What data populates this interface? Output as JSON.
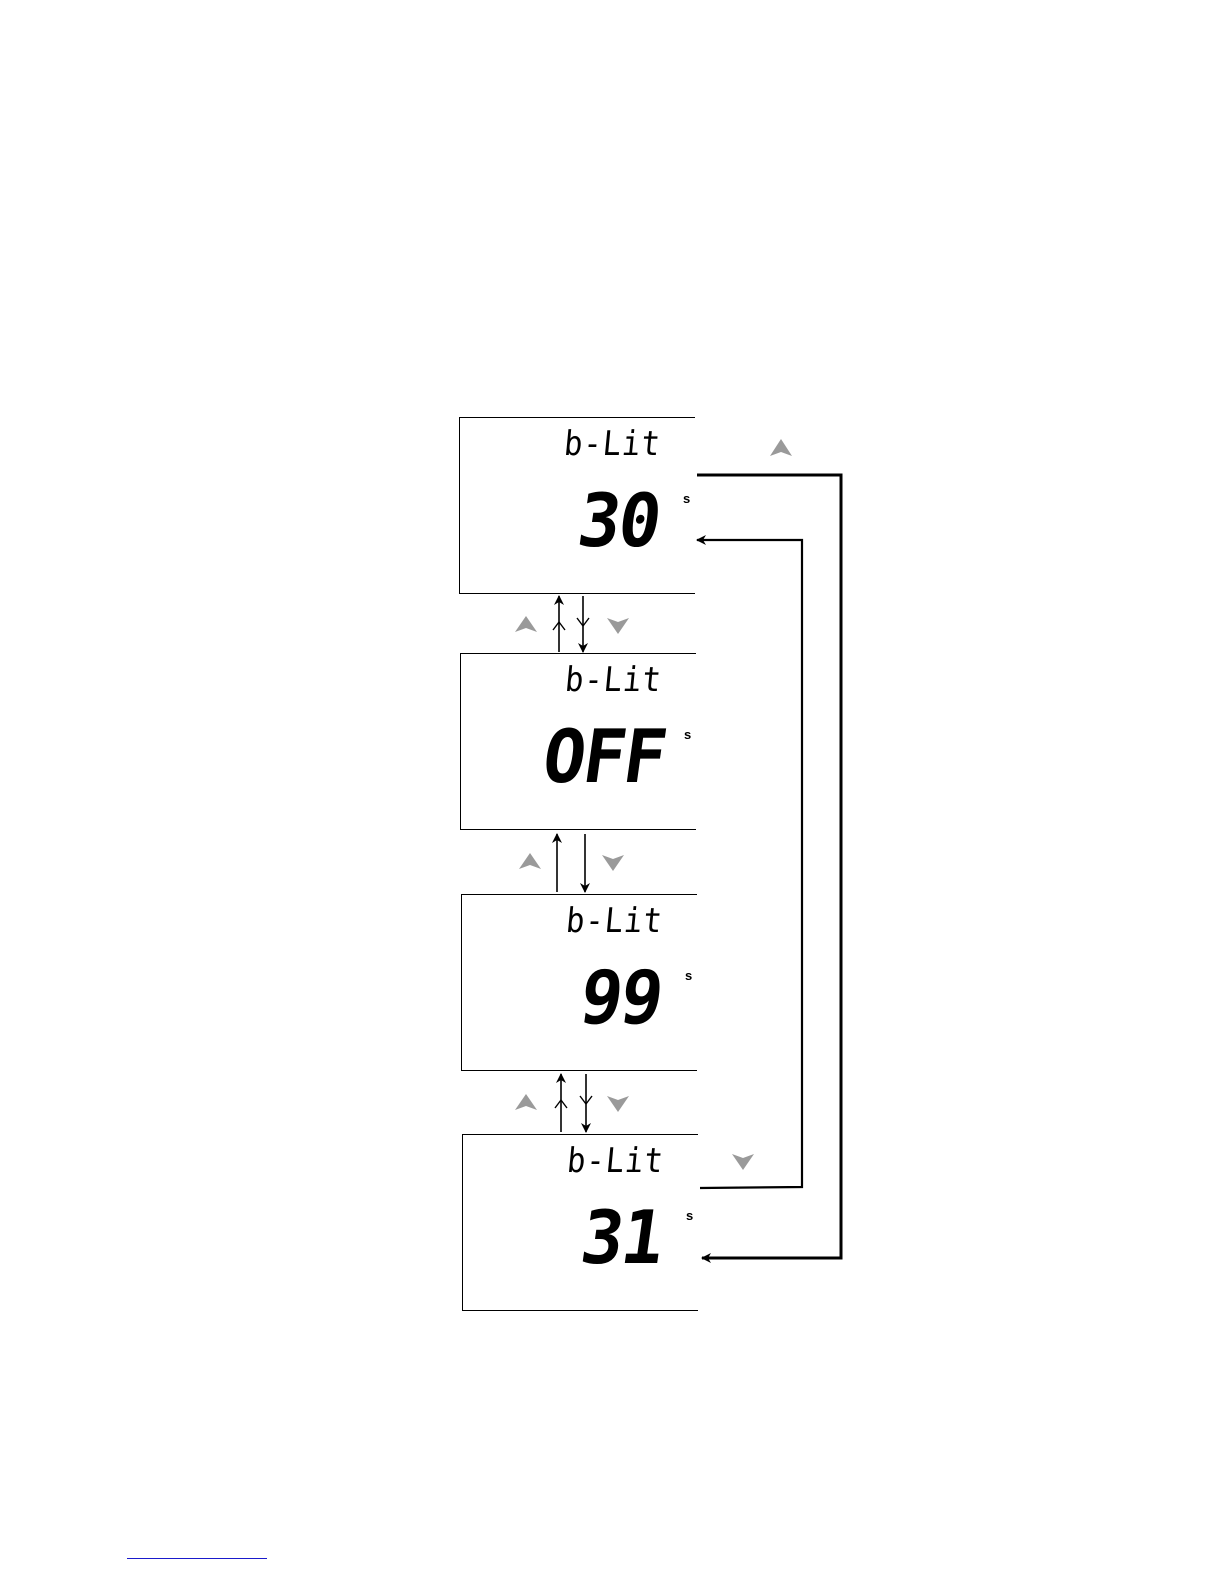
{
  "screens": [
    {
      "mode": "b-Lit",
      "value": "30",
      "unit": "s"
    },
    {
      "mode": "b-Lit",
      "value": "OFF",
      "unit": "s"
    },
    {
      "mode": "b-Lit",
      "value": "99",
      "unit": "s"
    },
    {
      "mode": "b-Lit",
      "value": "31",
      "unit": "s"
    }
  ],
  "keys": {
    "up": "up-arrow-key-icon",
    "down": "down-arrow-key-icon"
  },
  "colors": {
    "key_icon": "#9a9a9a",
    "line": "#000000",
    "footer_rule": "#1a1acc"
  }
}
